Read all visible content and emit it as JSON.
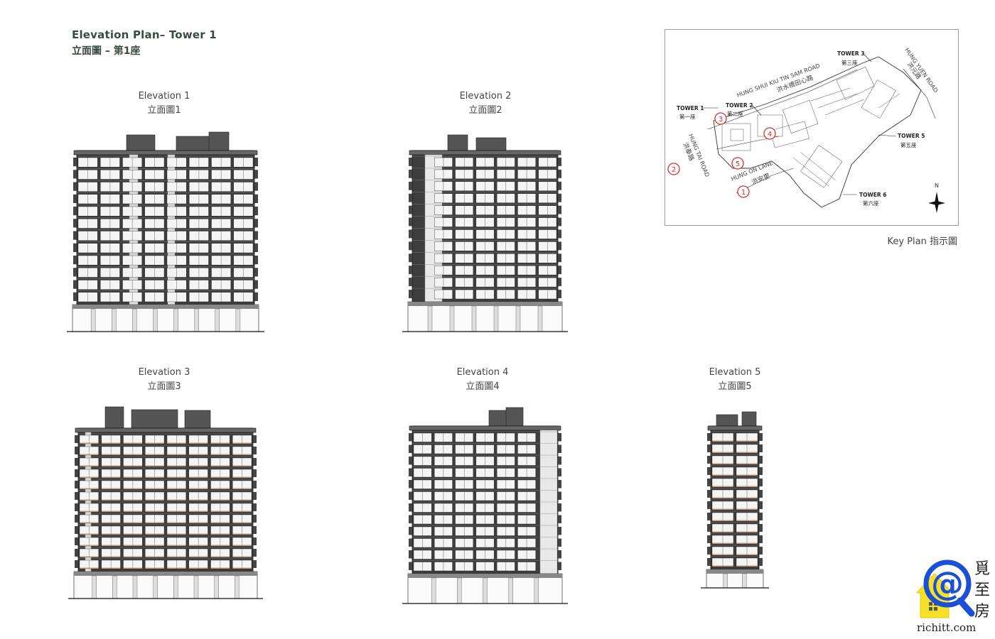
{
  "page": {
    "title_en": "Elevation Plan– Tower 1",
    "title_zh": "立面圖 – 第1座"
  },
  "elevations": [
    {
      "en": "Elevation 1",
      "zh": "立面圖1"
    },
    {
      "en": "Elevation 2",
      "zh": "立面圖2"
    },
    {
      "en": "Elevation 3",
      "zh": "立面圖3"
    },
    {
      "en": "Elevation 4",
      "zh": "立面圖4"
    },
    {
      "en": "Elevation 5",
      "zh": "立面圖5"
    }
  ],
  "key_plan": {
    "caption": "Key Plan 指示圖",
    "roads": [
      {
        "en": "HUNG SHUI KIU TIN SAM ROAD",
        "zh": "洪水橋田心路"
      },
      {
        "en": "HUNG YUEN ROAD",
        "zh": "洪元路"
      },
      {
        "en": "HUNG TAI ROAD",
        "zh": "洪泰路"
      },
      {
        "en": "HUNG ON LANE",
        "zh": "洪安里"
      }
    ],
    "towers": [
      {
        "en": "TOWER 1",
        "zh": "第一座"
      },
      {
        "en": "TOWER 2",
        "zh": "第二座"
      },
      {
        "en": "TOWER 3",
        "zh": "第三座"
      },
      {
        "en": "TOWER 5",
        "zh": "第五座"
      },
      {
        "en": "TOWER 6",
        "zh": "第六座"
      }
    ],
    "markers": [
      "1",
      "2",
      "3",
      "4",
      "5"
    ],
    "north": "N"
  },
  "watermark": {
    "text": "richitt.com",
    "zh": [
      "覓",
      "至",
      "房"
    ],
    "symbol": "@"
  },
  "colors": {
    "title": "#3b4a3f",
    "facade_dark": "#3d3d3d",
    "facade_light": "#e8e8e8",
    "marker_red": "#d9302a",
    "logo_blue": "#1a4fd6",
    "logo_yellow": "#f5e12a"
  }
}
